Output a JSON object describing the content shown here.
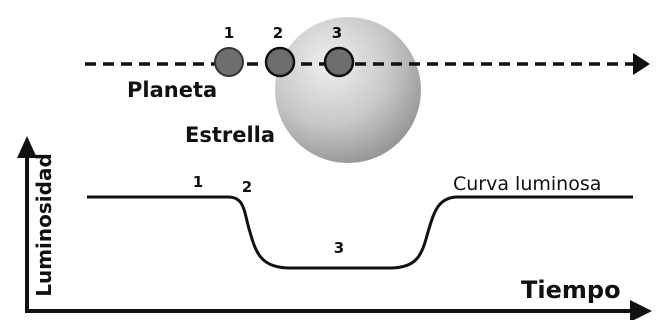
{
  "labels": {
    "planet": "Planeta",
    "star": "Estrella",
    "light_curve": "Curva luminosa",
    "y_axis": "Luminosidad",
    "x_axis": "Tiempo"
  },
  "positions": {
    "transit": [
      "1",
      "2",
      "3"
    ],
    "curve": [
      "1",
      "2",
      "3"
    ]
  },
  "colors": {
    "planet_fill": "#6e6e6e",
    "star_light": "#e6e6e6",
    "star_dark": "#9a9a9a",
    "line": "#111111"
  }
}
